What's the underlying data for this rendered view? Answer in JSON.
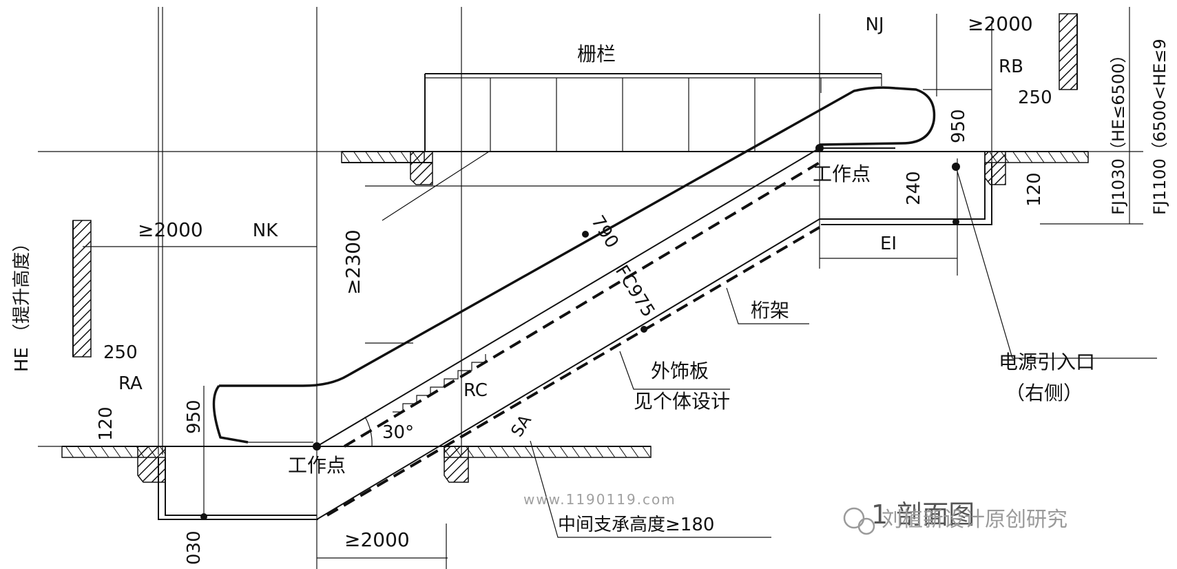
{
  "labels": {
    "railing": "栅栏",
    "truss": "桁架",
    "cladding_1": "外饰板",
    "cladding_2": "见个体设计",
    "power_1": "电源引入口",
    "power_2": "（右侧）",
    "work_point_top": "工作点",
    "work_point_bottom": "工作点",
    "middle_support": "中间支承高度≥180",
    "lift_height": "HE （提升高度）",
    "fj_1030": "FJ1030（HE≤6500）",
    "fj_1100": "FJ1100（6500<HE≤9",
    "nj": "NJ",
    "nk": "NK",
    "ei": "EI",
    "rb": "RB",
    "ra": "RA",
    "rc": "RC",
    "sa": "SA",
    "fc": "FC975",
    "angle": "30°",
    "dim_2000_top": "≥2000",
    "dim_2000_left": "≥2000",
    "dim_2000_bottom": "≥2000",
    "dim_2300": "≥2300",
    "dim_250_top": "250",
    "dim_250_left": "250",
    "dim_950_top": "950",
    "dim_950_left": "950",
    "dim_240": "240",
    "dim_120_top": "120",
    "dim_120_left": "120",
    "dim_790": "790",
    "dim_030": "030"
  },
  "watermark": {
    "url": "www.1190119.com",
    "caption": "刘植新设计原创研究",
    "title_fragment": "1 剖面图"
  }
}
